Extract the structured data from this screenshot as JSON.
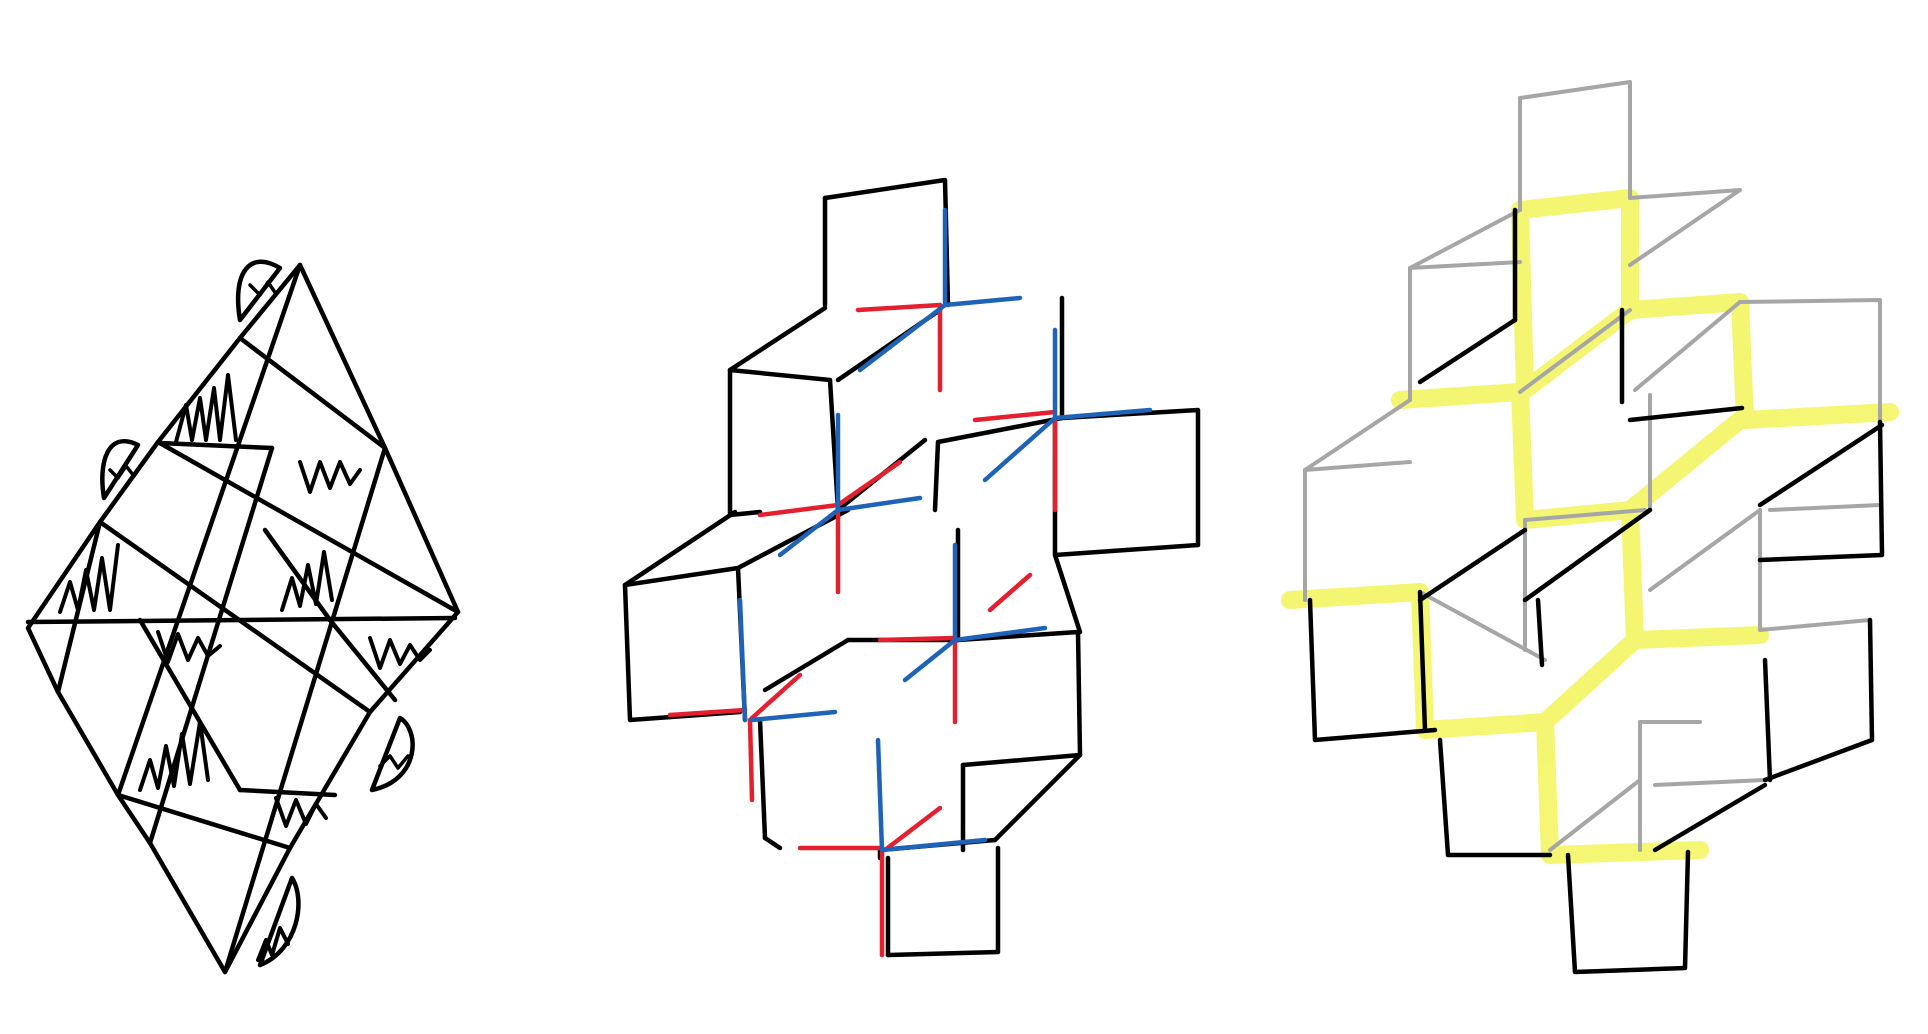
{
  "colors": {
    "background": "#ffffff",
    "ink": "#000000",
    "red": "#e5202e",
    "blue": "#1f63b8",
    "gray": "#a6a6a6",
    "highlight": "#f3f55a"
  },
  "panels": [
    {
      "id": "triangle-lattice",
      "description_shown": ""
    },
    {
      "id": "colored-cube-stack",
      "description_shown": ""
    },
    {
      "id": "highlighted-cube-stack",
      "description_shown": ""
    }
  ]
}
